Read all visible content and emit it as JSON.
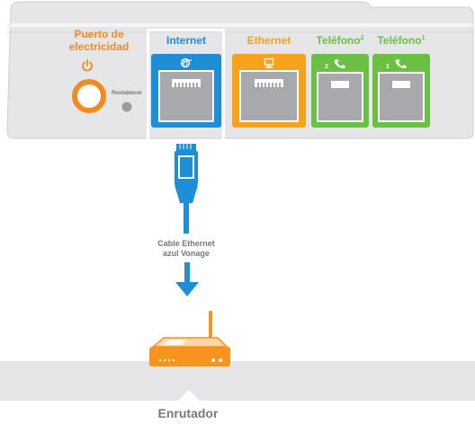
{
  "ports": {
    "power_label_line1": "Puerto de",
    "power_label_line2": "electricidad",
    "reset_label": "Restablecer",
    "internet_label": "Internet",
    "ethernet_label": "Ethernet",
    "phone2_label": "Teléfono",
    "phone2_sup": "2",
    "phone1_label": "Teléfono",
    "phone1_sup": "1",
    "phone2_number": "2",
    "phone1_number": "1"
  },
  "cable": {
    "label_line1": "Cable Ethernet",
    "label_line2": "azul Vonage"
  },
  "router": {
    "label": "Enrutador"
  },
  "colors": {
    "internet": "#1e8fd6",
    "ethernet": "#f7a21b",
    "phone": "#6cbf45",
    "power": "#f48a1f",
    "device_body": "#e8e8ea",
    "floor": "#e5e5e7"
  }
}
